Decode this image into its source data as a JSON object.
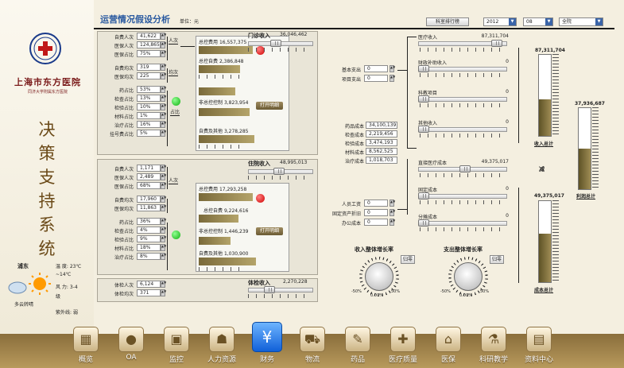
{
  "branding": {
    "hospital_name": "上海市东方医院",
    "hospital_sub": "同济大学附属东方医院",
    "slogan": "决策支持系统"
  },
  "weather": {
    "city": "浦东",
    "temp_label": "温 度:",
    "temp_value": "23℃",
    "temp_low": "~14℃",
    "wind_label": "风 力:",
    "wind_value": "3-4",
    "wind_unit": "级",
    "uv_label": "紫外线:",
    "uv_value": "弱",
    "condition": "多云转晴"
  },
  "header": {
    "title": "运营情况假设分析",
    "unit": "单位：元",
    "rank_button": "科室排行榜",
    "year": "2012",
    "month": "08",
    "scope": "全院"
  },
  "outpatient": {
    "rows": [
      {
        "label": "自费人次",
        "value": "41,622"
      },
      {
        "label": "医保人次",
        "value": "124,865"
      },
      {
        "label": "医保占比",
        "value": "75%"
      },
      {
        "label": "自费均次",
        "value": "319"
      },
      {
        "label": "医保均次",
        "value": "225"
      },
      {
        "label": "药占比",
        "value": "53%"
      },
      {
        "label": "检查占比",
        "value": "13%"
      },
      {
        "label": "检验占比",
        "value": "10%"
      },
      {
        "label": "材料占比",
        "value": "1%"
      },
      {
        "label": "治疗占比",
        "value": "16%"
      },
      {
        "label": "挂号费占比",
        "value": "5%"
      }
    ],
    "g1": "人次",
    "g2": "均次",
    "g3": "占比",
    "total_label": "门诊收入",
    "total_value": "36,046,462",
    "controlled_label": "总控费用",
    "controlled_value": "16,557,375",
    "self_label": "总控自费",
    "self_value": "2,386,848",
    "noncontrol_label": "非总控控制",
    "noncontrol_value": "3,823,954",
    "other_label": "自费及其他",
    "other_value": "3,278,285",
    "open_button": "打开明细"
  },
  "inpatient": {
    "rows": [
      {
        "label": "自费人次",
        "value": "1,171"
      },
      {
        "label": "医保人次",
        "value": "2,489"
      },
      {
        "label": "医保占比",
        "value": "68%"
      },
      {
        "label": "自费均次",
        "value": "17,960"
      },
      {
        "label": "医保均次",
        "value": "11,863"
      },
      {
        "label": "药占比",
        "value": "36%"
      },
      {
        "label": "检查占比",
        "value": "4%"
      },
      {
        "label": "检验占比",
        "value": "9%"
      },
      {
        "label": "材料占比",
        "value": "18%"
      },
      {
        "label": "治疗占比",
        "value": "8%"
      }
    ],
    "g1": "人次",
    "total_label": "住院收入",
    "total_value": "48,995,013",
    "controlled_label": "总控费用",
    "controlled_value": "17,293,258",
    "self_label": "总控自费",
    "self_value": "9,224,616",
    "noncontrol_label": "非总控控制",
    "noncontrol_value": "1,446,239",
    "other_label": "自费及其他",
    "other_value": "1,030,900",
    "open_button": "打开明细"
  },
  "checkup": {
    "rows": [
      {
        "label": "体检人次",
        "value": "6,124"
      },
      {
        "label": "体检均次",
        "value": "371"
      }
    ],
    "total_label": "体检收入",
    "total_value": "2,270,228"
  },
  "mid": {
    "basic_expense": "基本支出",
    "basic_value": "0",
    "project_expense": "项目支出",
    "project_value": "0",
    "costs": [
      {
        "label": "药品成本",
        "value": "34,100,139"
      },
      {
        "label": "检查成本",
        "value": "2,219,456"
      },
      {
        "label": "检验成本",
        "value": "3,474,193"
      },
      {
        "label": "材料成本",
        "value": "8,562,525"
      },
      {
        "label": "治疗成本",
        "value": "1,018,703"
      }
    ],
    "staff_wage": "人员工资",
    "staff_value": "0",
    "asset_dep": "固定资产折旧",
    "asset_value": "0",
    "office_cost": "办公成本",
    "office_value": "0"
  },
  "right": {
    "medical_income_label": "医疗收入",
    "medical_income_value": "87,311,704",
    "fiscal_label": "财政补助收入",
    "fiscal_value": "0",
    "research_label": "科教项目",
    "research_value": "0",
    "other_income_label": "其他收入",
    "other_income_value": "0",
    "direct_cost_label": "直接医疗成本",
    "direct_cost_value": "49,375,017",
    "fixed_cost_label": "固定成本",
    "fixed_cost_value": "0",
    "allocated_label": "分摊成本",
    "allocated_value": "0",
    "minus": "减"
  },
  "gauges": {
    "income_value": "87,311,704",
    "income_label": "收入总计",
    "income_level": 0.45,
    "profit_value": "37,936,687",
    "profit_label": "利润总计",
    "profit_level": 0.5,
    "cost_value": "49,375,017",
    "cost_label": "成本总计",
    "cost_level": 0.6
  },
  "dials": {
    "income_title": "收入整体增长率",
    "expense_title": "支出整体增长率",
    "reset": "归零",
    "min": "-50%",
    "max": "50%",
    "income_value": "0.00%",
    "expense_value": "0.00%"
  },
  "nav": [
    {
      "label": "概览",
      "icon": "org-chart-icon",
      "glyph": "▦"
    },
    {
      "label": "OA",
      "icon": "user-icon",
      "glyph": "●"
    },
    {
      "label": "监控",
      "icon": "camera-icon",
      "glyph": "▣"
    },
    {
      "label": "人力资源",
      "icon": "doctor-icon",
      "glyph": "☗"
    },
    {
      "label": "财务",
      "icon": "yen-icon",
      "glyph": "¥"
    },
    {
      "label": "物流",
      "icon": "truck-icon",
      "glyph": "⛟"
    },
    {
      "label": "药品",
      "icon": "pill-icon",
      "glyph": "✎"
    },
    {
      "label": "医疗质量",
      "icon": "medical-kit-icon",
      "glyph": "✚"
    },
    {
      "label": "医保",
      "icon": "house-icon",
      "glyph": "⌂"
    },
    {
      "label": "科研教学",
      "icon": "microscope-icon",
      "glyph": "⚗"
    },
    {
      "label": "资料中心",
      "icon": "document-icon",
      "glyph": "▤"
    }
  ]
}
